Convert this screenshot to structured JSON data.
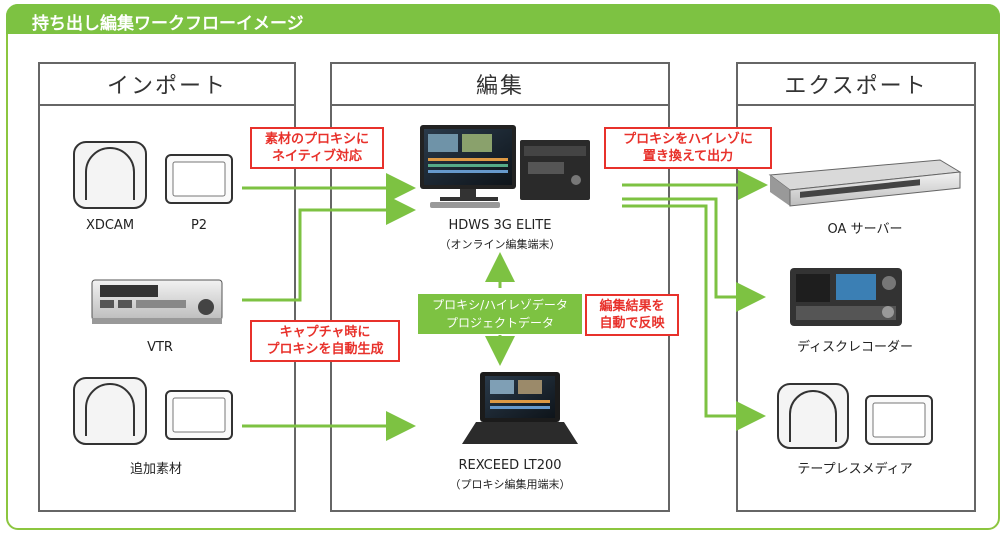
{
  "title": "持ち出し編集ワークフローイメージ",
  "columns": {
    "import": "インポート",
    "edit": "編集",
    "export": "エクスポート"
  },
  "import_items": {
    "xdcam": "XDCAM",
    "p2": "P2",
    "vtr": "VTR",
    "additional": "追加素材"
  },
  "edit_items": {
    "hdws_name": "HDWS 3G ELITE",
    "hdws_sub": "（オンライン編集端末）",
    "rexceed_name": "REXCEED LT200",
    "rexceed_sub": "（プロキシ編集用端末）"
  },
  "export_items": {
    "server": "OA サーバー",
    "disc": "ディスクレコーダー",
    "tapeless": "テープレスメディア"
  },
  "callouts": {
    "proxy_native_1": "素材のプロキシに",
    "proxy_native_2": "ネイティブ対応",
    "capture_1": "キャプチャ時に",
    "capture_2": "プロキシを自動生成",
    "replace_1": "プロキシをハイレゾに",
    "replace_2": "置き換えて出力",
    "reflect_1": "編集結果を",
    "reflect_2": "自動で反映",
    "data_1": "プロキシ/ハイレゾデータ",
    "data_2": "プロジェクトデータ"
  },
  "colors": {
    "green": "#7dc242",
    "red": "#e8312b",
    "border": "#666666"
  }
}
